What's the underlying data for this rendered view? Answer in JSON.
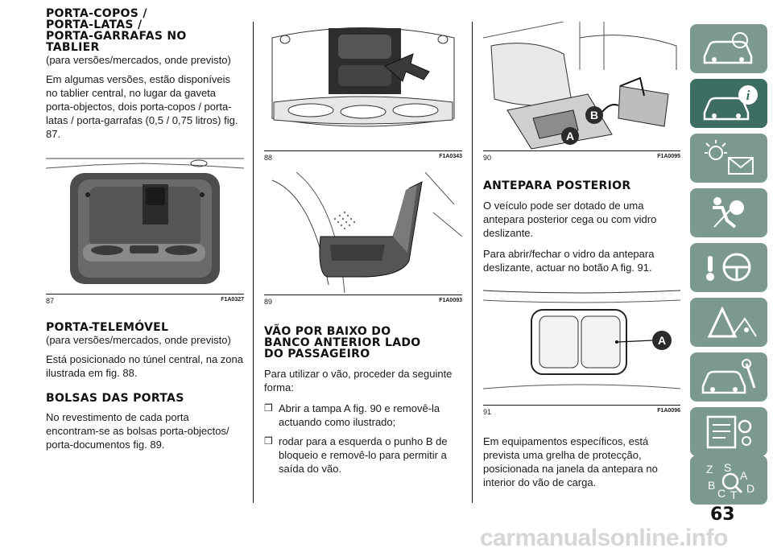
{
  "col1": {
    "title": "PORTA-COPOS / PORTA-LATAS / PORTA-GARRAFAS NO TABLIER",
    "title_lines": [
      "PORTA-COPOS /",
      "PORTA-LATAS /",
      "PORTA-GARRAFAS NO",
      "TABLIER"
    ],
    "subtitle": "(para versões/mercados, onde previsto)",
    "para": "Em algumas versões, estão disponíveis no tablier central, no lugar da gaveta porta-objectos, dois porta-copos / porta-latas / porta-garrafas (0,5 / 0,75 litros) fig. 87.",
    "fig_num": "87",
    "fig_code": "F1A0327",
    "h2": "PORTA-TELEMÓVEL",
    "h2_sub": "(para versões/mercados, onde previsto)",
    "h2_para": "Está posicionado no túnel central, na zona ilustrada em fig. 88.",
    "h3": "BOLSAS DAS PORTAS",
    "h3_para": "No revestimento de cada porta encontram-se as bolsas porta-objectos/ porta-documentos fig. 89."
  },
  "col2": {
    "fig88_num": "88",
    "fig88_code": "F1A0343",
    "fig89_num": "89",
    "fig89_code": "F1A0093",
    "title_lines": [
      "VÃO POR BAIXO DO",
      "BANCO ANTERIOR LADO",
      "DO PASSAGEIRO"
    ],
    "para": "Para utilizar o vão, proceder da seguinte forma:",
    "bullets": [
      "Abrir a tampa A fig. 90 e removê-la actuando como ilustrado;",
      "rodar para a esquerda o punho B de bloqueio e removê-lo para permitir a saída do vão."
    ],
    "bullet_mark": "❒"
  },
  "col3": {
    "fig90_num": "90",
    "fig90_code": "F1A0095",
    "label_a": "A",
    "label_b": "B",
    "title": "ANTEPARA POSTERIOR",
    "para1": "O veículo pode ser dotado de uma antepara posterior cega ou com vidro deslizante.",
    "para2": "Para abrir/fechar o vidro da antepara deslizante, actuar no botão A fig. 91.",
    "fig91_num": "91",
    "fig91_code": "F1A0096",
    "para3": "Em equipamentos específicos, está prevista uma grelha de protecção, posicionada na janela da antepara no interior do vão de carga."
  },
  "sidebar": {
    "tabs": [
      "car-dashboard-tab",
      "car-info-tab",
      "warning-lights-tab",
      "safety-airbag-tab",
      "starting-driving-tab",
      "emergency-tab",
      "maintenance-tab",
      "technical-data-tab",
      "index-tab"
    ],
    "active_index": 1,
    "index_letters": [
      "Z",
      "S",
      "A",
      "B",
      "C",
      "T",
      "D"
    ],
    "tab_color": "#7b9a8d",
    "active_color": "#3e6d62"
  },
  "page_number": "63",
  "watermark": "carmanualsonline.info"
}
